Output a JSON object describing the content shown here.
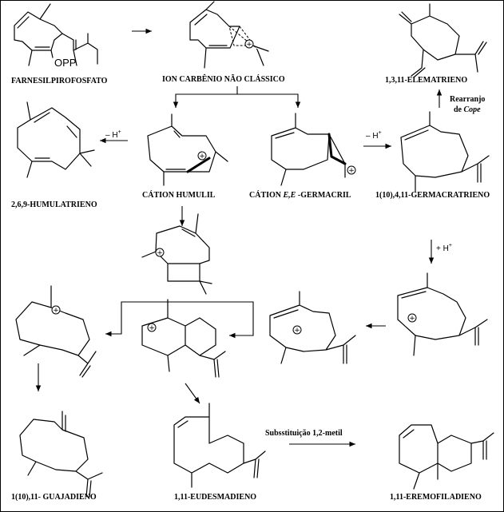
{
  "labels": {
    "farnesil": "FARNESILPIROFOSFATO",
    "ion_carbenio": "ION CARBÊNIO NÃO CLÁSSICO",
    "elematrieno": "1,3,11-ELEMATRIENO",
    "humulatrieno": "2,6,9-HUMULATRIENO",
    "cation_humulil": "CÁTION HUMULIL",
    "cation_germacril_prefix": "CÁTION ",
    "cation_germacril_italic": "E,E",
    "cation_germacril_suffix": " -GERMACRIL",
    "germacratrieno": "1(10),4,11-GERMACRATRIENO",
    "guajadieno": "1(10),11- GUAJADIENO",
    "eudesmadieno": "1,11-EUDESMADIENO",
    "eremofiladieno": "1,11-EREMOFILADIENO",
    "opp": "OPP",
    "rearranjo": "Rearranjo",
    "de": "de",
    "cope": "Cope",
    "subst": "Subsstituição 1,2-metil",
    "minus_h_left": "– H",
    "minus_h_right": "– H",
    "plus_h": "+ H",
    "sup_plus": "+",
    "charge": "+"
  }
}
